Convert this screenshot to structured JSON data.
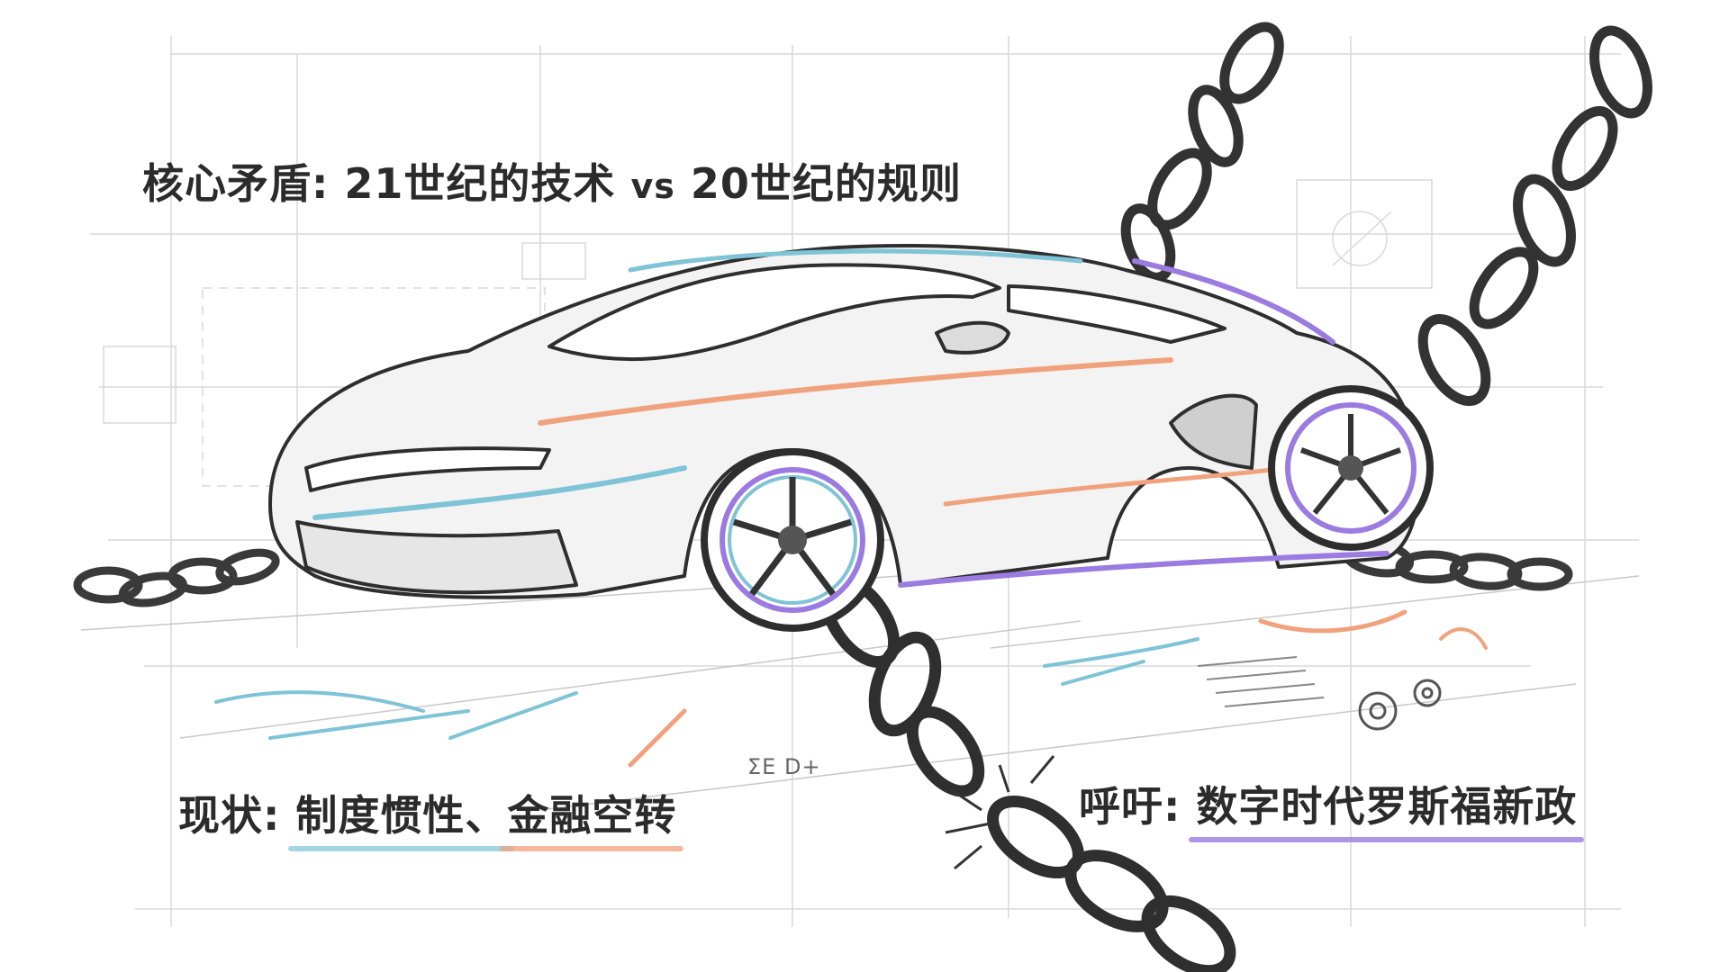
{
  "headline": {
    "prefix": "核心矛盾:",
    "left": "21世纪的技术",
    "vs": "vs",
    "right": "20世纪的规则"
  },
  "status_caption": {
    "prefix": "现状:",
    "part1": "制度惯性、",
    "part2": "金融空转"
  },
  "call_caption": {
    "prefix": "呼吁:",
    "text": "数字时代罗斯福新政"
  },
  "sketch_note": "ΣE D+",
  "colors": {
    "blue": "#7ec3d6",
    "orange": "#f0a27c",
    "purple": "#9b7be0",
    "ink": "#2b2b2b"
  }
}
